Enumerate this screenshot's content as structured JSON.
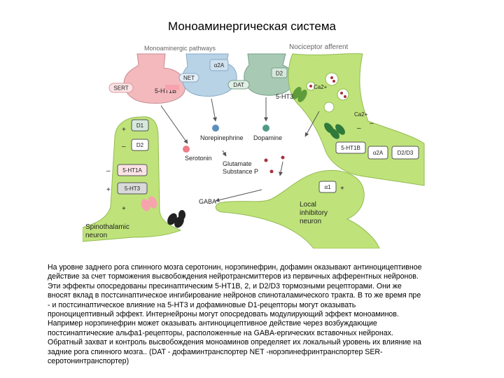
{
  "title": "Моноаминергическая система",
  "diagram": {
    "monoaminergic_pathways": "Monoaminergic pathways",
    "nociceptor_afferent": "Nociceptor afferent",
    "transporters": {
      "sert": "SERT",
      "net": "NET",
      "dat": "DAT"
    },
    "receptors": {
      "alpha2a_top": "α2A",
      "d2_top": "D2",
      "ht1b_top": "5-HT1B",
      "ht3_top": "5-HT3",
      "d1_left": "D1",
      "d2_left": "D2",
      "ht1a_left": "5-HT1A",
      "ht3_left": "5-HT3",
      "ht1b_right": "5-HT1B",
      "alpha2a_right": "α2A",
      "d2d3_right": "D2/D3",
      "alpha1": "α1"
    },
    "ions": {
      "ca_top": "Ca2+",
      "ca_mid": "Ca2+"
    },
    "signs": {
      "plus_d1": "+",
      "minus_d2": "–",
      "minus_ht1a": "–",
      "plus_ht3": "+",
      "plus_gaba": "+",
      "plus_alpha1": "+",
      "minus_ca1": "–",
      "minus_ca2": "–"
    },
    "transmitters": {
      "norepinephrine": "Norepinephrine",
      "dopamine": "Dopamine",
      "serotonin": "Serotonin",
      "glutamate": "Glutamate",
      "substance_p": "Substance P",
      "gaba": "GABA"
    },
    "neurons": {
      "spinothalamic_1": "Spinothalamic",
      "spinothalamic_2": "neuron",
      "local_1": "Local",
      "local_2": "inhibitory",
      "local_3": "neuron"
    },
    "colors": {
      "serotonin_terminal": "#f3b9bd",
      "net_terminal": "#b9d3e6",
      "dopamine_terminal": "#a8c9b4",
      "neuron_green": "#bfe37a",
      "serotonin_dot": "#ef7c86",
      "norepinephrine_dot": "#5b8fb9",
      "dopamine_dot": "#4e9a87",
      "glutamate_dot": "#a8313b",
      "gaba_receptor": "#222222"
    }
  },
  "caption": [
    "На уровне заднего рога спинного мозга серотонин, норэпинефрин, дофамин оказывают антиноцицептивное",
    "действие за счет торможения высвобождения нейротрансмиттеров из первичных афферентных нейронов.",
    "Эти эффекты опосредованы пресинаптическим 5-HT1B, 2, и D2/D3 тормозными рецепторами. Они же",
    "вносят вклад в постсинаптическое  ингибирование нейронов спиноталамического тракта. В то же время пре",
    "- и постсинаптическое влияние на 5-HT3 и дофаминовые D1-рецепторы могут оказывать",
    "проноцицептивный эффект. Интернейроны могут опосредовать модулирующий эффект моноаминов.",
    "Например норэпинефрин может оказывать антиноцицептивное действие через возбуждающие",
    "постсинаптические альфа1-рецепторы, расположенные на GABA-ергических вставочных нейронах.",
    "Обратный захват и контроль высвобождения моноаминов определяет их локальный уровень их влияние на",
    "задние рога спинного мозга.. (DAT - дофаминтранспортер NET -норэпинефринтранспортер SER-",
    "серотонинтранспортер)"
  ]
}
